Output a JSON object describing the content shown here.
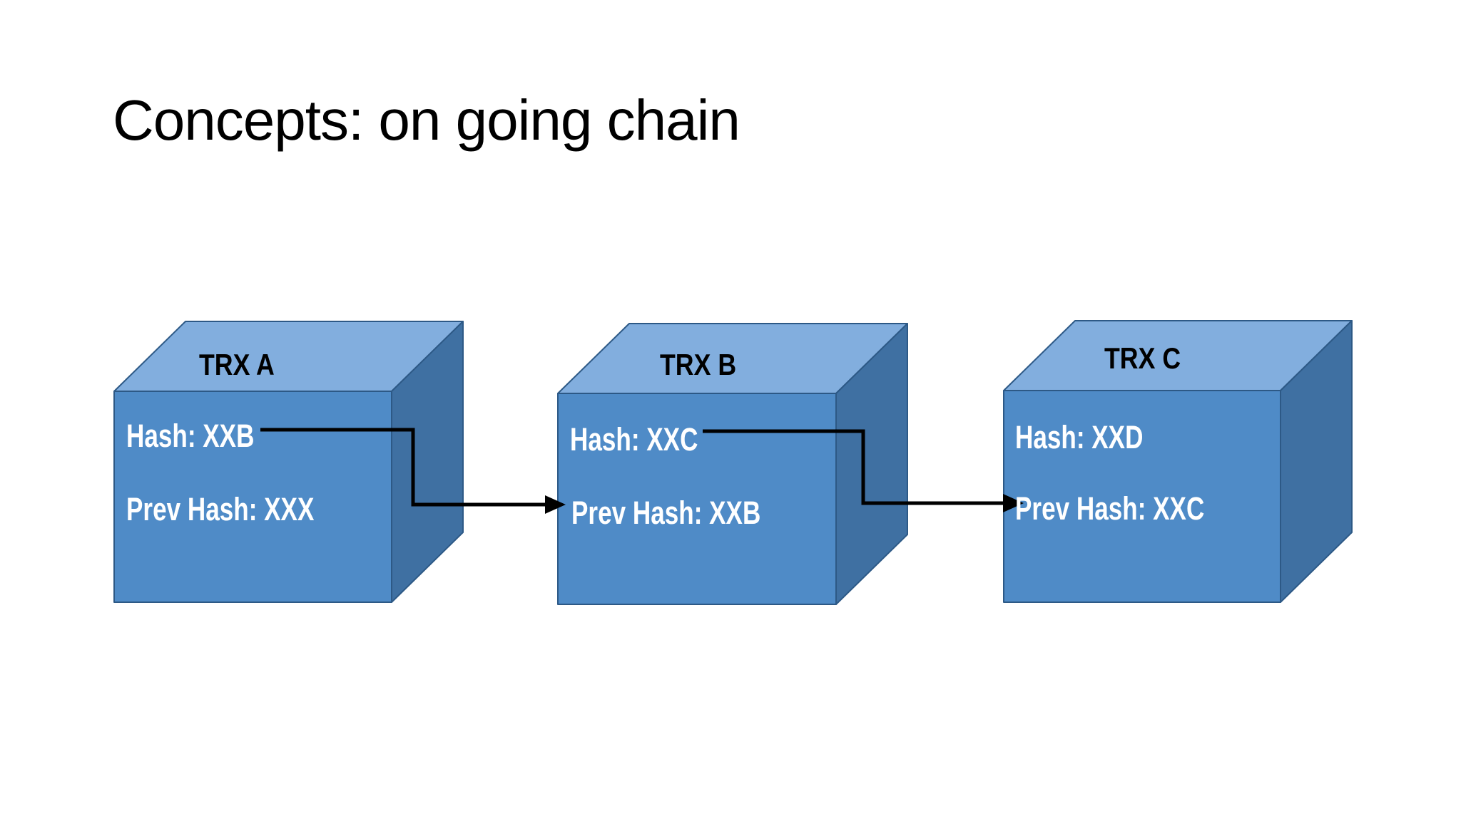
{
  "slide": {
    "title": "Concepts: on going chain",
    "background_color": "#ffffff",
    "title_color": "#000000"
  },
  "colors": {
    "cube_front": "#4F8BC7",
    "cube_top": "#82AEDE",
    "cube_side": "#3F70A2",
    "cube_outline": "#2D5986",
    "arrow": "#000000",
    "face_text": "#ffffff",
    "label_text": "#000000"
  },
  "cubes": [
    {
      "name": "TRX A",
      "hash": "Hash: XXB",
      "prev_hash": "Prev Hash: XXX"
    },
    {
      "name": "TRX B",
      "hash": "Hash: XXC",
      "prev_hash": "Prev Hash: XXB"
    },
    {
      "name": "TRX C",
      "hash": "Hash: XXD",
      "prev_hash": "Prev Hash: XXC"
    }
  ],
  "connections": [
    {
      "from": "TRX A Hash: XXB",
      "to": "TRX B Prev Hash: XXB"
    },
    {
      "from": "TRX B Hash: XXC",
      "to": "TRX C Prev Hash: XXC"
    }
  ]
}
